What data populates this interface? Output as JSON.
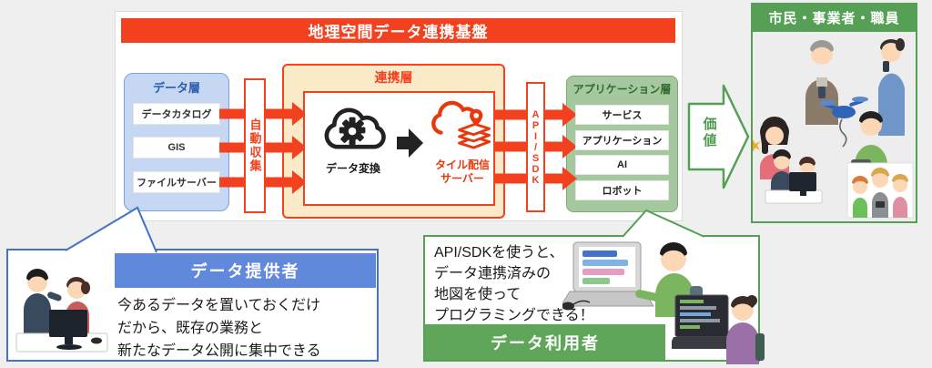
{
  "platform": {
    "title": "地理空間データ連携基盤",
    "data_layer": {
      "title": "データ層",
      "items": [
        "データカタログ",
        "GIS",
        "ファイルサーバー"
      ]
    },
    "auto_collect_label": "自動収集",
    "integration_layer": {
      "title": "連携層",
      "data_conversion_label": "データ変換",
      "tile_server_line1": "タイル配信",
      "tile_server_line2": "サーバー"
    },
    "api_sdk_label": "API/SDK",
    "application_layer": {
      "title": "アプリケーション層",
      "items": [
        "サービス",
        "アプリケーション",
        "AI",
        "ロボット"
      ]
    },
    "value_label": "価値"
  },
  "audience": {
    "title": "市民・事業者・職員"
  },
  "provider_callout": {
    "title": "データ提供者",
    "lines": [
      "今あるデータを置いておくだけ",
      "だから、既存の業務と",
      "新たなデータ公開に集中できる"
    ]
  },
  "user_callout": {
    "title": "データ利用者",
    "lines": [
      "API/SDKを使うと、",
      "データ連携済みの",
      "地図を使って",
      "プログラミングできる！"
    ]
  },
  "colors": {
    "accent_red": "#F3401F",
    "layer_blue_fill": "#C5D7F2",
    "layer_green_fill": "#A6C89E",
    "callout_blue": "#4472C4",
    "callout_blue_header": "#6189DB",
    "green_accent": "#55A055",
    "green_header": "#5FA65A",
    "cream_fill": "#FBEAC8",
    "page_background": "#efefef"
  }
}
